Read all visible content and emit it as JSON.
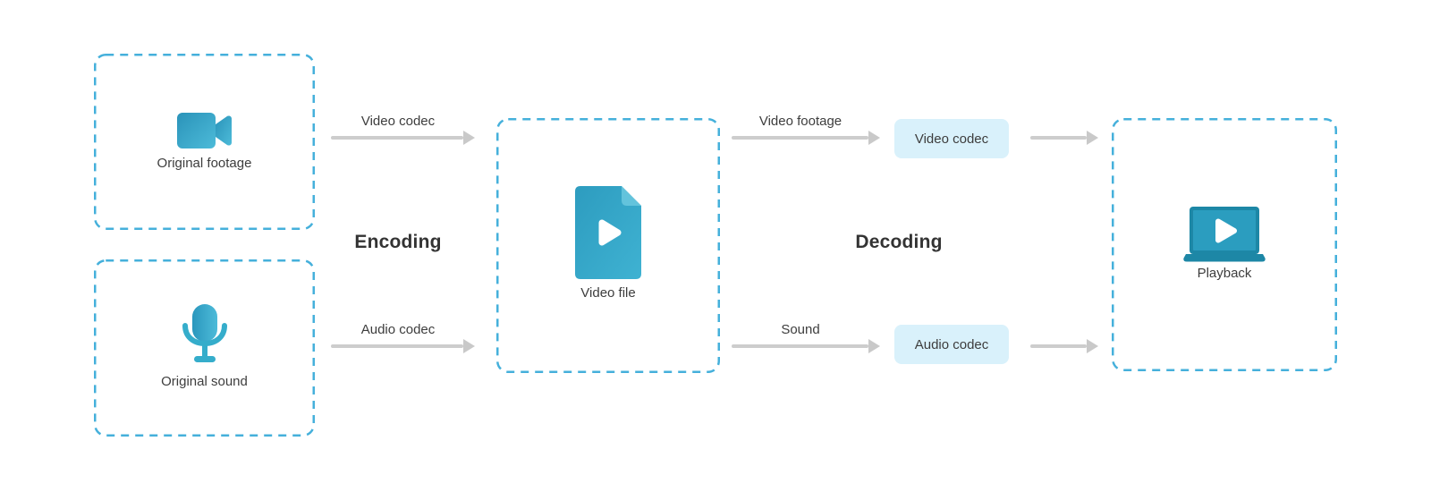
{
  "diagram": {
    "colors": {
      "box_dash_accent": "#45b0db",
      "badge_background": "#d9f1fb",
      "arrow_gray": "#c9c9c9",
      "icon_teal_dark": "#2a93b9",
      "icon_teal_light": "#4dbbd9",
      "text": "#3d3d3d"
    },
    "nodes": {
      "original_footage": {
        "label": "Original footage",
        "icon": "video-camera-icon"
      },
      "original_sound": {
        "label": "Original sound",
        "icon": "microphone-icon"
      },
      "video_file": {
        "label": "Video file",
        "icon": "video-file-play-icon"
      },
      "playback": {
        "label": "Playback",
        "icon": "laptop-play-icon"
      }
    },
    "stages": {
      "encoding": {
        "label": "Encoding"
      },
      "decoding": {
        "label": "Decoding"
      }
    },
    "flows": {
      "video_codec": {
        "label": "Video codec"
      },
      "audio_codec": {
        "label": "Audio codec"
      },
      "video_footage": {
        "label": "Video footage"
      },
      "sound": {
        "label": "Sound"
      }
    },
    "badges": {
      "video_codec": {
        "label": "Video codec"
      },
      "audio_codec": {
        "label": "Audio codec"
      }
    }
  }
}
